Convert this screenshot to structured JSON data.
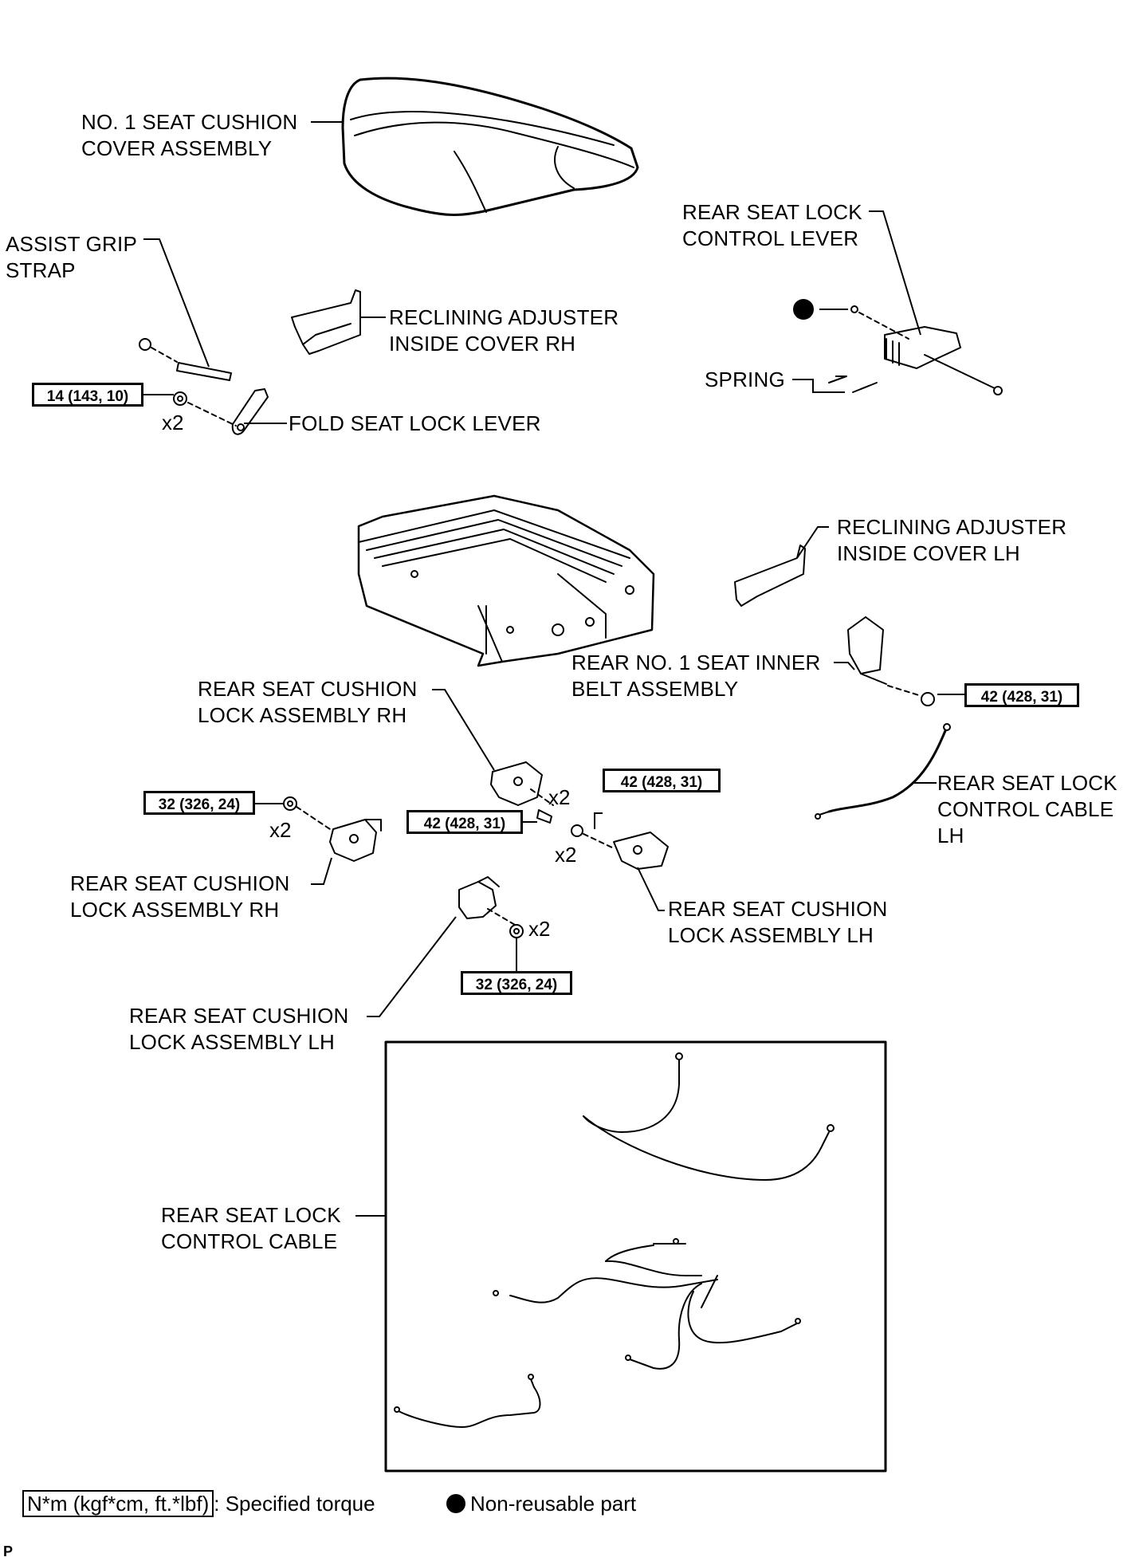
{
  "labels": {
    "seat_cushion_cover": [
      "NO. 1 SEAT CUSHION",
      "COVER ASSEMBLY"
    ],
    "assist_grip_strap": [
      "ASSIST GRIP",
      "STRAP"
    ],
    "reclining_cover_rh": [
      "RECLINING ADJUSTER",
      "INSIDE COVER RH"
    ],
    "fold_seat_lock_lever": [
      "FOLD SEAT LOCK LEVER"
    ],
    "rear_seat_lock_control_lever": [
      "REAR SEAT LOCK",
      "CONTROL LEVER"
    ],
    "spring": [
      "SPRING"
    ],
    "reclining_cover_lh": [
      "RECLINING ADJUSTER",
      "INSIDE COVER LH"
    ],
    "inner_belt": [
      "REAR NO. 1 SEAT INNER",
      "BELT ASSEMBLY"
    ],
    "cushion_lock_rh_upper": [
      "REAR SEAT CUSHION",
      "LOCK ASSEMBLY RH"
    ],
    "lock_control_cable_lh": [
      "REAR SEAT LOCK",
      "CONTROL CABLE",
      "LH"
    ],
    "cushion_lock_rh_lower": [
      "REAR SEAT CUSHION",
      "LOCK ASSEMBLY RH"
    ],
    "cushion_lock_lh_right": [
      "REAR SEAT CUSHION",
      "LOCK ASSEMBLY LH"
    ],
    "cushion_lock_lh_lower": [
      "REAR SEAT CUSHION",
      "LOCK ASSEMBLY LH"
    ],
    "lock_control_cable": [
      "REAR SEAT LOCK",
      "CONTROL CABLE"
    ]
  },
  "torques": {
    "fold_lever": "14 (143, 10)",
    "inner_belt": "42 (428, 31)",
    "lock_rh_left": "32 (326, 24)",
    "lock_center_bolt": "42 (428, 31)",
    "lock_center_upper": "42 (428, 31)",
    "lock_lh_lower": "32 (326, 24)"
  },
  "quantity": "x2",
  "legend": {
    "torque_box": "N*m (kgf*cm, ft.*lbf)",
    "torque_text": ": Specified torque",
    "non_reusable": "Non-reusable part"
  },
  "corner_code": "P"
}
